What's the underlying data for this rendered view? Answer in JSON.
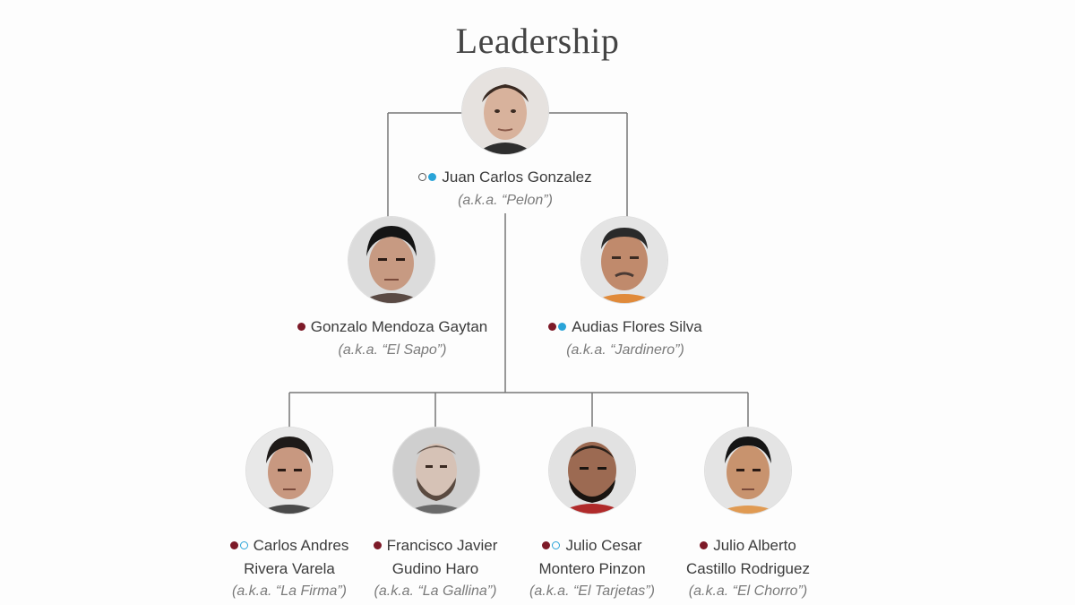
{
  "title": "Leadership",
  "colors": {
    "maroon_marker": "#7d1a28",
    "blue_marker": "#2aa4d8",
    "connector": "#777777"
  },
  "people": [
    {
      "id": "juan-carlos-gonzalez",
      "name": "Juan Carlos Gonzalez",
      "name_line2": "",
      "aka": "(a.k.a. “Pelon”)",
      "markers": [
        "outline-dark",
        "blue"
      ],
      "level": 1
    },
    {
      "id": "gonzalo-mendoza-gaytan",
      "name": "Gonzalo Mendoza Gaytan",
      "name_line2": "",
      "aka": "(a.k.a. “El Sapo”)",
      "markers": [
        "maroon"
      ],
      "level": 2
    },
    {
      "id": "audias-flores-silva",
      "name": "Audias Flores Silva",
      "name_line2": "",
      "aka": "(a.k.a. “Jardinero”)",
      "markers": [
        "maroon",
        "blue"
      ],
      "level": 2
    },
    {
      "id": "carlos-andres-rivera-varela",
      "name": "Carlos Andres",
      "name_line2": "Rivera Varela",
      "aka": "(a.k.a. “La Firma”)",
      "markers": [
        "maroon",
        "outline-blue"
      ],
      "level": 3
    },
    {
      "id": "francisco-javier-gudino-haro",
      "name": "Francisco Javier",
      "name_line2": "Gudino Haro",
      "aka": "(a.k.a. “La Gallina”)",
      "markers": [
        "maroon"
      ],
      "level": 3
    },
    {
      "id": "julio-cesar-montero-pinzon",
      "name": "Julio Cesar",
      "name_line2": "Montero Pinzon",
      "aka": "(a.k.a. “El Tarjetas”)",
      "markers": [
        "maroon",
        "outline-blue"
      ],
      "level": 3
    },
    {
      "id": "julio-alberto-castillo-rodriguez",
      "name": "Julio Alberto",
      "name_line2": "Castillo Rodriguez",
      "aka": "(a.k.a. “El Chorro”)",
      "markers": [
        "maroon"
      ],
      "level": 3
    }
  ]
}
